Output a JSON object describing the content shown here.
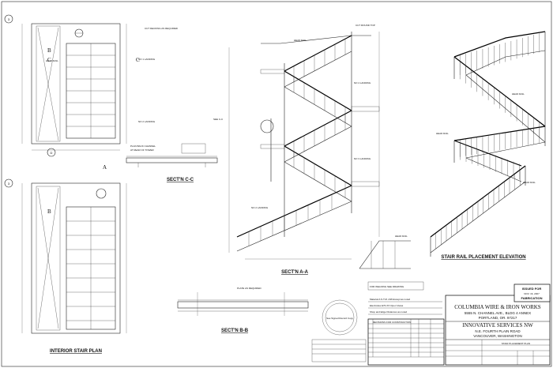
{
  "views": {
    "sectn_cc": "SECT'N  C-C",
    "sectn_aa": "SECT'N  A-A",
    "sectn_bb": "SECT'N  B-B",
    "stair_plan": "INTERIOR STAIR PLAN",
    "rail_elevation": "STAIR RAIL PLACEMENT ELEVATION"
  },
  "callouts": {
    "c1": "3",
    "c2": "3",
    "c3": "D",
    "mark_a": "A",
    "mark_b": "B",
    "mark_c": "C"
  },
  "issued": {
    "title": "ISSUED FOR",
    "date": "NOV. 16, 2007",
    "purpose": "FABRICATION"
  },
  "company": {
    "name": "COLUMBIA WIRE & IRON WORKS",
    "addr1": "5555 N. CHANNEL AVE., BLDG 4 ANNEX",
    "addr2": "PORTLAND, OR. 97217"
  },
  "client": {
    "name": "INNOVATIVE SERVICES NW",
    "addr1": "N.E. FOURTH PLAIN ROAD",
    "addr2": "VANCOUVER, WASHINGTON"
  },
  "sheet_title": "STAIR PLACEMENT PLAN",
  "rail_notes": {
    "n1": "HEAD RAIL",
    "n2": "HEAD RAIL",
    "n3": "HEAD RAIL"
  },
  "revision_header": "REVISIONS FOR CONSTRUCTION",
  "stamp_text": "See Signed Record Copy"
}
